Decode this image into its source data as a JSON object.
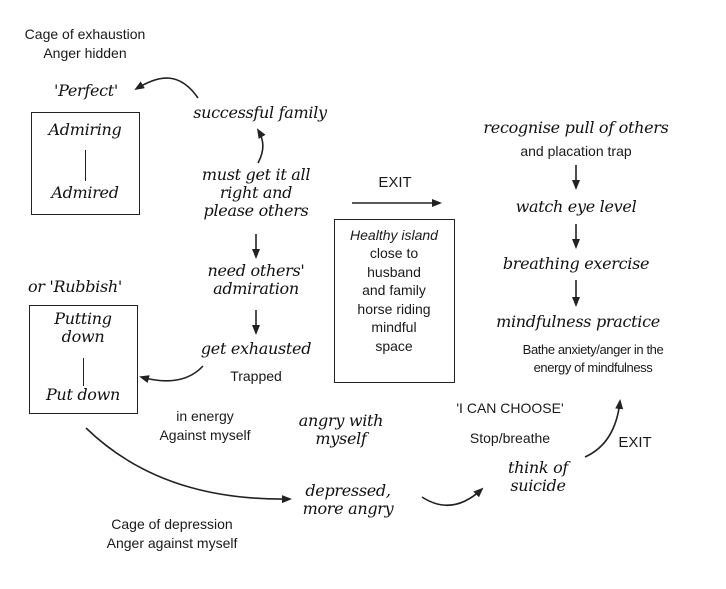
{
  "title_cage_exhaustion": [
    "Cage of exhaustion",
    "Anger hidden"
  ],
  "perfect_label": "'Perfect'",
  "perfect_box": {
    "top": "Admiring",
    "bottom": "Admired"
  },
  "rubbish_label": "or 'Rubbish'",
  "rubbish_box": {
    "top": [
      "Putting",
      "down"
    ],
    "bottom": "Put down"
  },
  "cycle": {
    "successful_family": "successful family",
    "must_get_it_all": [
      "must get it all",
      "right and",
      "please others"
    ],
    "need_admiration": [
      "need others'",
      "admiration"
    ],
    "get_exhausted": "get exhausted",
    "trapped": "Trapped",
    "in_energy": [
      "in energy",
      "Against myself"
    ],
    "angry_with_myself": [
      "angry with",
      "myself"
    ],
    "depressed": [
      "depressed,",
      "more angry"
    ],
    "think_of_suicide": [
      "think of",
      "suicide"
    ]
  },
  "cage_depression": [
    "Cage of depression",
    "Anger against myself"
  ],
  "exit_top_label": "EXIT",
  "healthy_island": {
    "title": "Healthy island",
    "lines": [
      "close to",
      "husband",
      "and family",
      "horse riding",
      "mindful",
      "space"
    ]
  },
  "right_steps": {
    "recognise": "recognise pull of others",
    "placation": "and placation trap",
    "watch_eye": "watch eye level",
    "breathing": "breathing exercise",
    "mindfulness": "mindfulness practice",
    "bathe": [
      "Bathe anxiety/anger in the",
      "energy of mindfulness"
    ]
  },
  "i_can_choose": "'I CAN CHOOSE'",
  "stop_breathe": "Stop/breathe",
  "exit_bottom_label": "EXIT"
}
